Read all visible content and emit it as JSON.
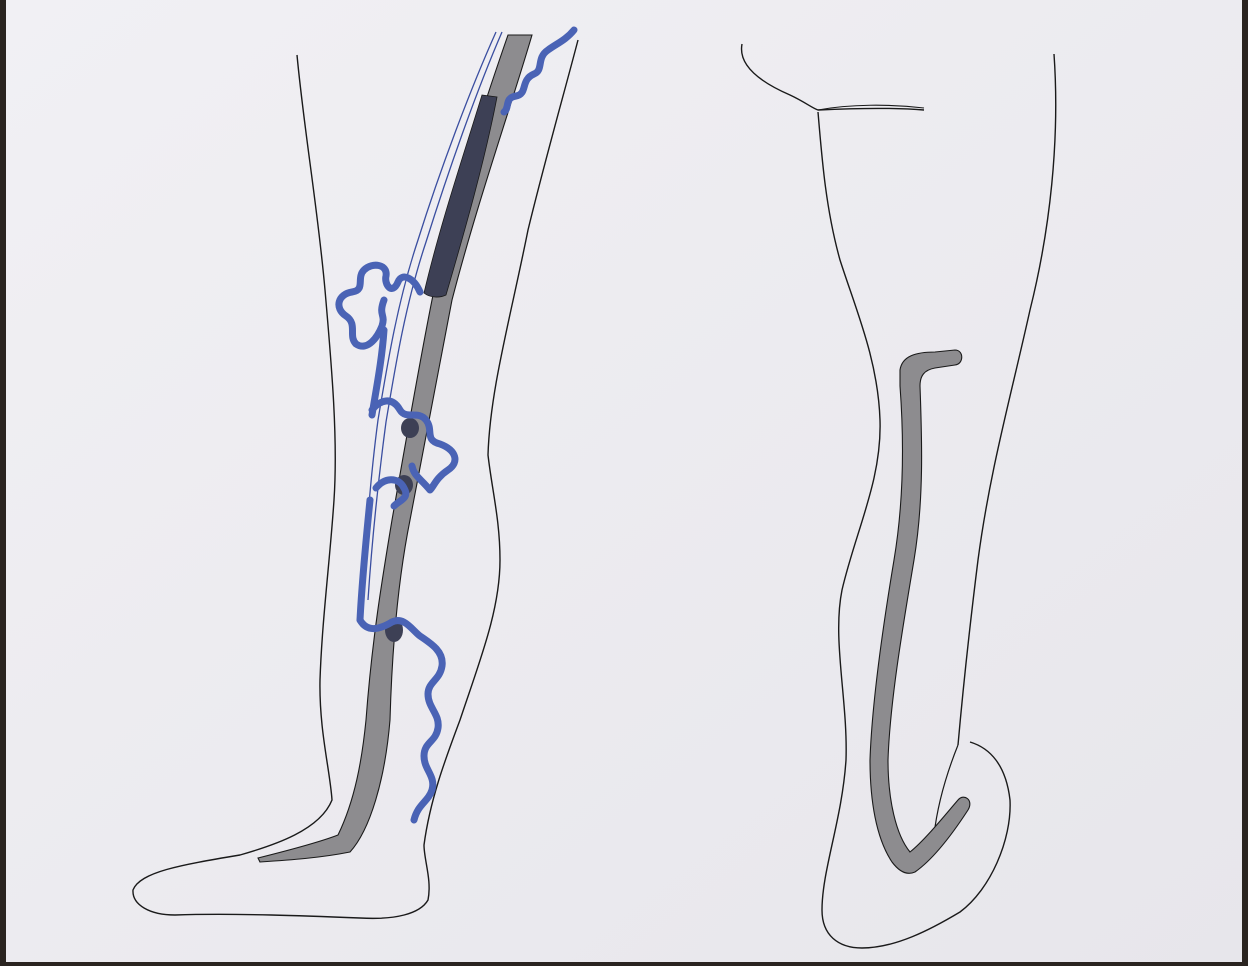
{
  "figure": {
    "panels": [
      {
        "name": "leg-lateral-view",
        "structures": [
          "saphenous-vein",
          "varicose-veins"
        ]
      },
      {
        "name": "leg-posterior-view",
        "structures": [
          "small-saphenous-vein"
        ]
      }
    ],
    "colors": {
      "paper": "#ecebef",
      "outline": "#1a1a1a",
      "vein_fill": "#8d8c8f",
      "vein_dark": "#3d4055",
      "varicose": "#4a63b5",
      "frame": "#2a2420"
    }
  }
}
